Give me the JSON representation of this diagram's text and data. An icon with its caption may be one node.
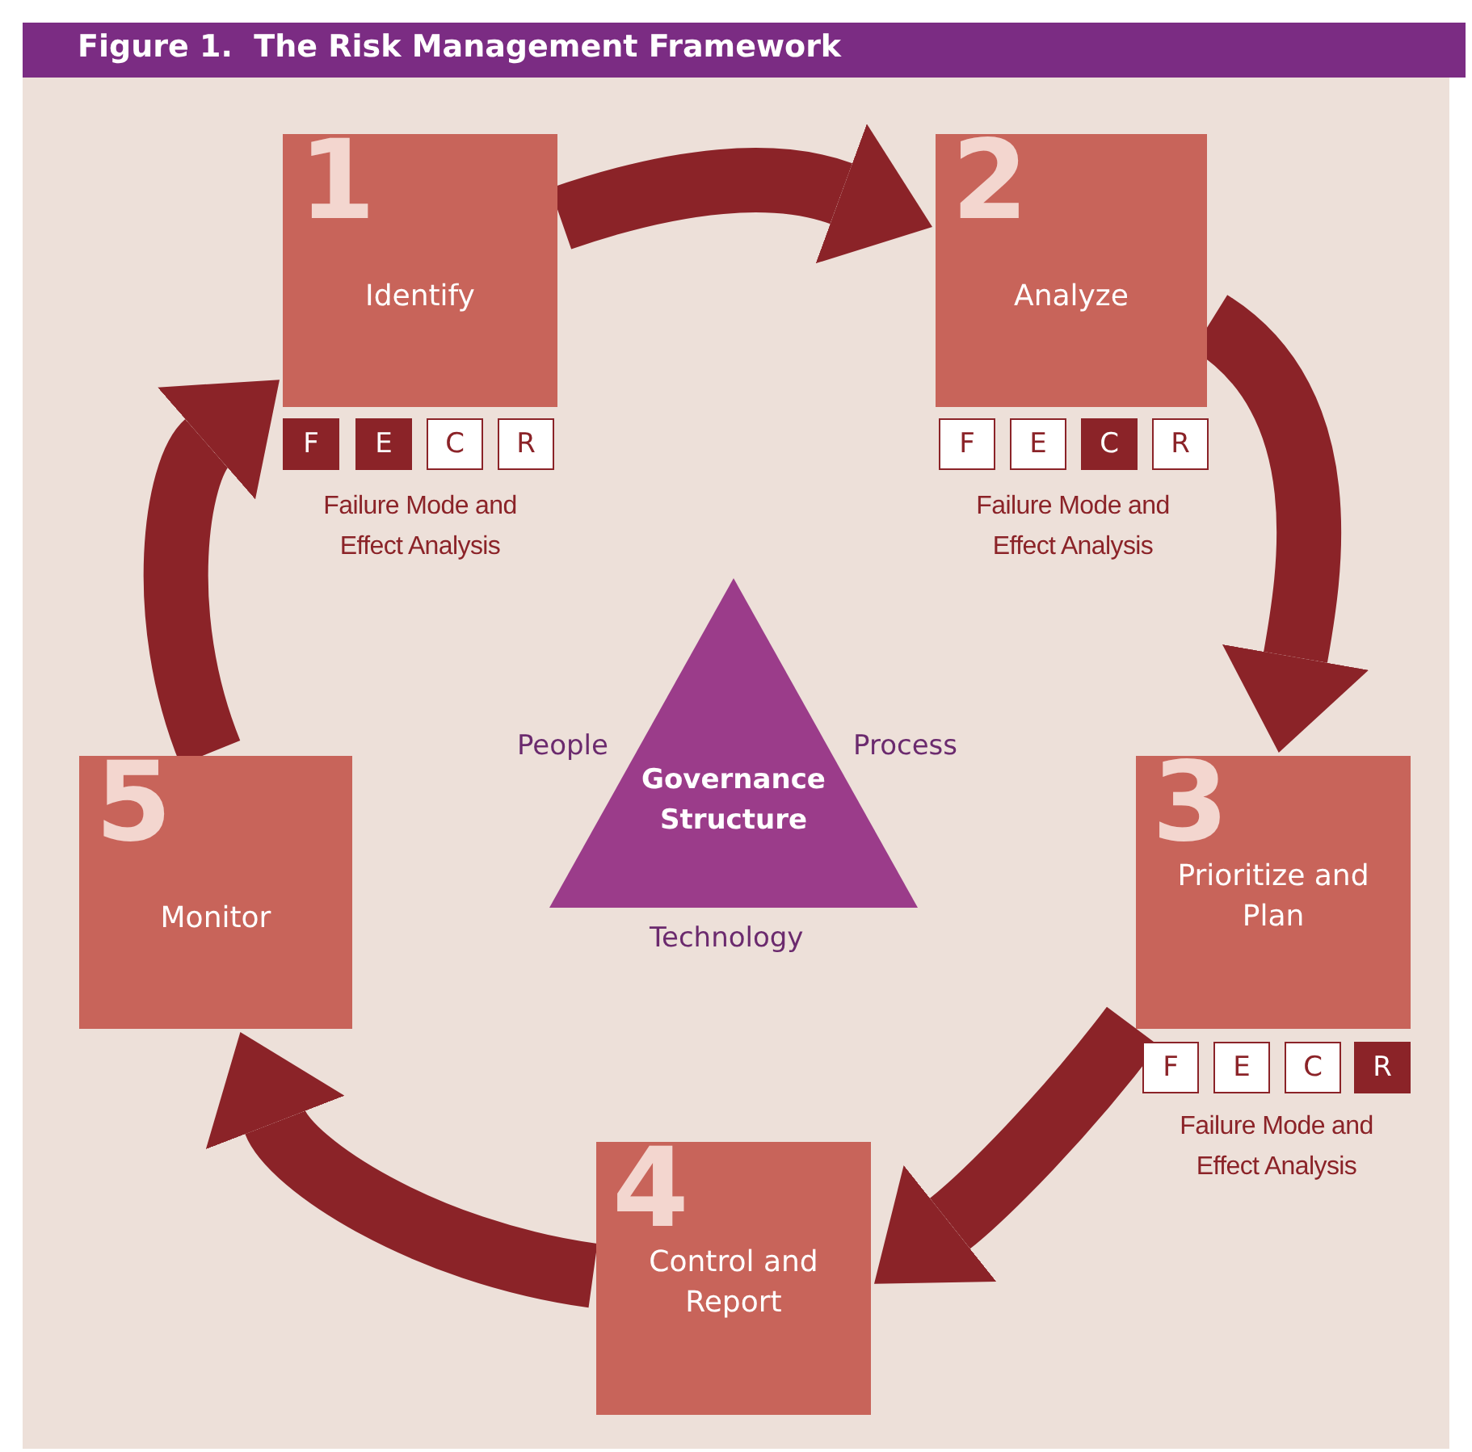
{
  "diagram": {
    "title": "Figure 1.  The Risk Management Framework",
    "nodes": [
      {
        "text": [
          "1",
          "Identify"
        ]
      },
      {
        "text": [
          "F"
        ]
      },
      {
        "text": [
          "E"
        ]
      },
      {
        "text": [
          "C"
        ]
      },
      {
        "text": [
          "R"
        ]
      },
      {
        "text": [
          "2",
          "Analyze"
        ]
      },
      {
        "text": [
          "F"
        ]
      },
      {
        "text": [
          "E"
        ]
      },
      {
        "text": [
          "C"
        ]
      },
      {
        "text": [
          "R"
        ]
      },
      {
        "text": [
          "3",
          "Prioritize and Plan"
        ]
      },
      {
        "text": [
          "F"
        ]
      },
      {
        "text": [
          "E"
        ]
      },
      {
        "text": [
          "C"
        ]
      },
      {
        "text": [
          "R"
        ]
      },
      {
        "text": [
          "4",
          "Control and Report"
        ]
      },
      {
        "text": [
          "5",
          "Monitor"
        ]
      },
      {
        "text": [
          "Governance Structure"
        ],
        "beside": [
          "People",
          "Process",
          "Technology"
        ]
      }
    ],
    "edges": [
      {
        "from": 0,
        "to": 5,
        "arrow": "to"
      },
      {
        "from": 5,
        "to": 10,
        "arrow": "to"
      },
      {
        "from": 10,
        "to": 15,
        "arrow": "to"
      },
      {
        "from": 15,
        "to": 16,
        "arrow": "to"
      },
      {
        "from": 16,
        "to": 0,
        "arrow": "to"
      }
    ],
    "labels": [
      "Failure Mode and Effect Analysis",
      "Failure Mode and Effect Analysis",
      "Failure Mode and Effect Analysis"
    ]
  }
}
